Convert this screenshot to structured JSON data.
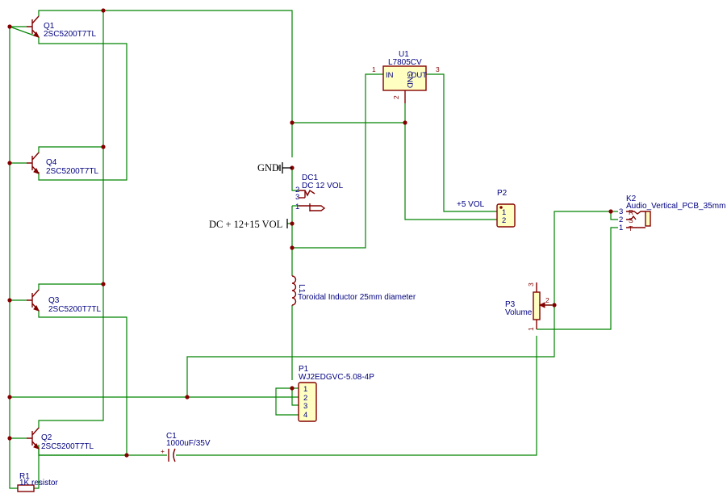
{
  "transistors": [
    {
      "ref": "Q1",
      "value": "2SC5200T7TL"
    },
    {
      "ref": "Q4",
      "value": "2SC5200T7TL"
    },
    {
      "ref": "Q3",
      "value": "2SC5200T7TL"
    },
    {
      "ref": "Q2",
      "value": "2SC5200T7TL"
    }
  ],
  "regulator": {
    "ref": "U1",
    "value": "L7805CV",
    "pin_in": "IN",
    "pin_out": "OUT",
    "pin_gnd": "GND",
    "n1": "1",
    "n2": "2",
    "n3": "3"
  },
  "dc_jack": {
    "ref": "DC1",
    "value": "DC 12 VOL",
    "n1": "1",
    "n2": "2",
    "n3": "3"
  },
  "labels": {
    "gnd": "GND",
    "dc_in": "DC + 12+15 VOL",
    "five_v": "+5 VOL"
  },
  "inductor": {
    "ref": "L1",
    "value": "Toroidal Inductor 25mm diameter"
  },
  "p1": {
    "ref": "P1",
    "value": "WJ2EDGVC-5.08-4P",
    "pins": [
      "1",
      "2",
      "3",
      "4"
    ]
  },
  "p2": {
    "ref": "P2",
    "pins": [
      "1",
      "2"
    ]
  },
  "p3": {
    "ref": "P3",
    "value": "Volume",
    "n1": "1",
    "n2": "2",
    "n3": "3"
  },
  "k2": {
    "ref": "K2",
    "value": "Audio_Vertical_PCB_35mm",
    "pins": [
      "3",
      "2",
      "1"
    ],
    "pin_names": [
      "R",
      "S",
      "T"
    ]
  },
  "c1": {
    "ref": "C1",
    "value": "1000uF/35V",
    "polarity": "+"
  },
  "r1": {
    "ref": "R1",
    "value": "1K resistor"
  },
  "colors": {
    "wire": "#008400",
    "component": "#840000",
    "text": "#000080",
    "body_fill": "#ffffc2"
  }
}
